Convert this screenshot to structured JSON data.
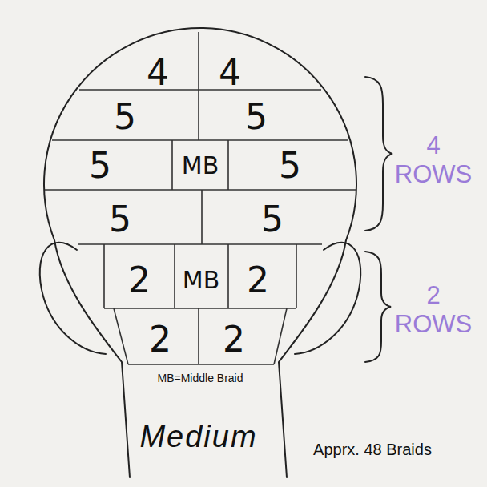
{
  "diagram": {
    "nodes": [
      {
        "text": [
          "4"
        ]
      },
      {
        "text": [
          "4"
        ]
      },
      {
        "text": [
          "5"
        ]
      },
      {
        "text": [
          "5"
        ]
      },
      {
        "text": [
          "5"
        ]
      },
      {
        "text": [
          "MB"
        ]
      },
      {
        "text": [
          "5"
        ]
      },
      {
        "text": [
          "5"
        ]
      },
      {
        "text": [
          "5"
        ]
      },
      {
        "text": [
          "2"
        ]
      },
      {
        "text": [
          "MB"
        ]
      },
      {
        "text": [
          "2"
        ]
      },
      {
        "text": [
          "2"
        ]
      },
      {
        "text": [
          "2"
        ]
      }
    ],
    "labels": [
      "4 ROWS",
      "2 ROWS",
      "MB=Middle Braid",
      "Medium",
      "Apprx. 48 Braids"
    ]
  }
}
